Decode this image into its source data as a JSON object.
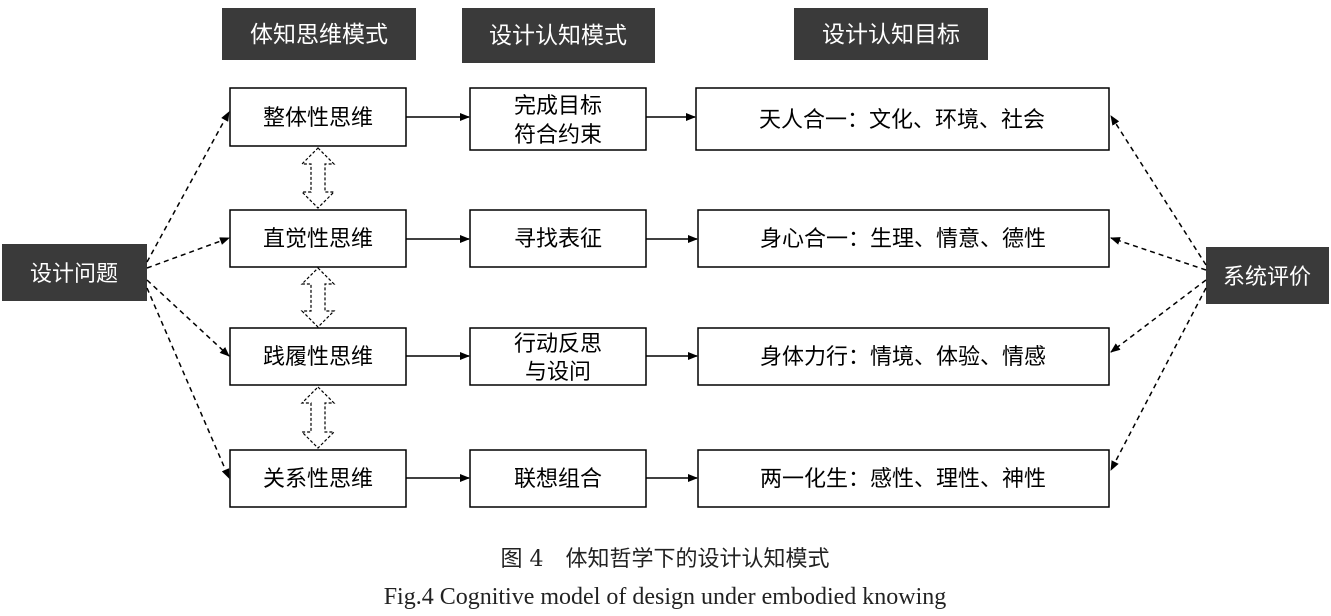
{
  "headers": {
    "col1": "体知思维模式",
    "col2": "设计认知模式",
    "col3": "设计认知目标"
  },
  "left_node": "设计问题",
  "right_node": "系统评价",
  "rows": [
    {
      "thinking": "整体性思维",
      "cognition": [
        "完成目标",
        "符合约束"
      ],
      "goal": "天人合一：文化、环境、社会"
    },
    {
      "thinking": "直觉性思维",
      "cognition": [
        "寻找表征"
      ],
      "goal": "身心合一：生理、情意、德性"
    },
    {
      "thinking": "践履性思维",
      "cognition": [
        "行动反思",
        "与设问"
      ],
      "goal": "身体力行：情境、体验、情感"
    },
    {
      "thinking": "关系性思维",
      "cognition": [
        "联想组合"
      ],
      "goal": "两一化生：感性、理性、神性"
    }
  ],
  "caption": {
    "cn": "图 4　体知哲学下的设计认知模式",
    "en": "Fig.4 Cognitive model of design under embodied knowing"
  }
}
